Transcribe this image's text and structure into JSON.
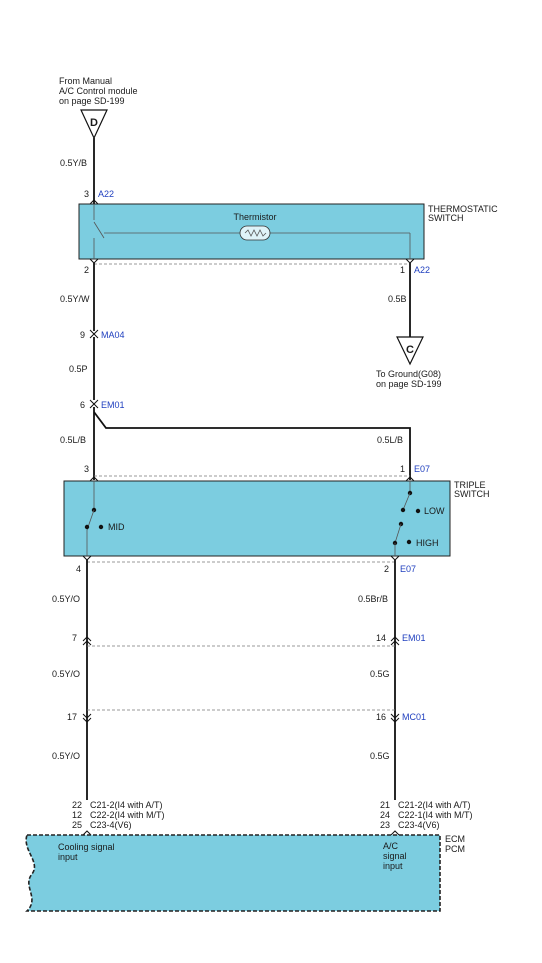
{
  "colors": {
    "component_fill": "#7ccde0",
    "link_text": "#1f3fbf",
    "wire": "#111111"
  },
  "source": {
    "lines": [
      "From Manual",
      "A/C Control module"
    ],
    "page_prefix": "on page ",
    "page_ref": "SD-199",
    "connector_letter": "D"
  },
  "ground": {
    "lines": [
      "To Ground(G08)"
    ],
    "page_prefix": "on page ",
    "page_ref": "SD-199",
    "connector_letter": "C"
  },
  "thermostatic_switch": {
    "name_lines": [
      "THERMOSTATIC",
      "SWITCH"
    ],
    "thermistor_label": "Thermistor",
    "top_pin": "3",
    "top_connector": "A22",
    "left_pin": "2",
    "right_pin": "1",
    "right_connector": "A22"
  },
  "triple_switch": {
    "name_lines": [
      "TRIPLE",
      "SWITCH"
    ],
    "mid_label": "MID",
    "low_label": "LOW",
    "high_label": "HIGH",
    "top_left_pin": "3",
    "top_right_pin": "1",
    "top_connector": "E07",
    "bottom_left_pin": "4",
    "bottom_right_pin": "2",
    "bottom_connector": "E07"
  },
  "wires": {
    "source_to_thermo": "0.5Y/B",
    "thermo_to_ma04": "0.5Y/W",
    "thermo_to_ground": "0.5B",
    "ma04_to_em01": "0.5P",
    "em01_left": "0.5L/B",
    "em01_right": "0.5L/B",
    "triple_left_1": "0.5Y/O",
    "triple_right_1": "0.5Br/B",
    "mid_left_2": "0.5Y/O",
    "mid_right_2": "0.5G",
    "mid_left_3": "0.5Y/O",
    "mid_right_3": "0.5G"
  },
  "connectors": {
    "ma04": {
      "pin": "9",
      "name": "MA04"
    },
    "em01_a": {
      "pin": "6",
      "name": "EM01"
    },
    "em01_b_left_pin": "7",
    "em01_b_right_pin": "14",
    "em01_b_name": "EM01",
    "mc01_left_pin": "17",
    "mc01_right_pin": "16",
    "mc01_name": "MC01"
  },
  "ecm": {
    "name_lines": [
      "ECM",
      "PCM"
    ],
    "left_input_lines": [
      "Cooling signal",
      "input"
    ],
    "right_input_lines": [
      "A/C",
      "signal",
      "input"
    ],
    "left_refs": [
      {
        "pin": "22",
        "connector": "C21-2",
        "note": "(I4 with A/T)"
      },
      {
        "pin": "12",
        "connector": "C22-2",
        "note": "(I4 with M/T)"
      },
      {
        "pin": "25",
        "connector": "C23-4",
        "note": "(V6)"
      }
    ],
    "right_refs": [
      {
        "pin": "21",
        "connector": "C21-2",
        "note": "(I4 with A/T)"
      },
      {
        "pin": "24",
        "connector": "C22-1",
        "note": "(I4 with M/T)"
      },
      {
        "pin": "23",
        "connector": "C23-4",
        "note": "(V6)"
      }
    ]
  }
}
